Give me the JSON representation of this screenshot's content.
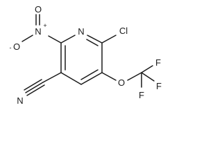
{
  "molecule": {
    "atoms": {
      "ring_n": "N",
      "chloro": "Cl",
      "nitro_n": "N",
      "nitro_charge_plus": "+",
      "nitro_o_double": "O",
      "nitro_o_single": "O",
      "nitro_charge_minus": "-",
      "cyano_n": "N",
      "ether_o": "O",
      "fluorine_1": "F",
      "fluorine_2": "F",
      "fluorine_3": "F"
    },
    "colors": {
      "ink": "#1a1a1a",
      "background": "#ffffff"
    }
  }
}
